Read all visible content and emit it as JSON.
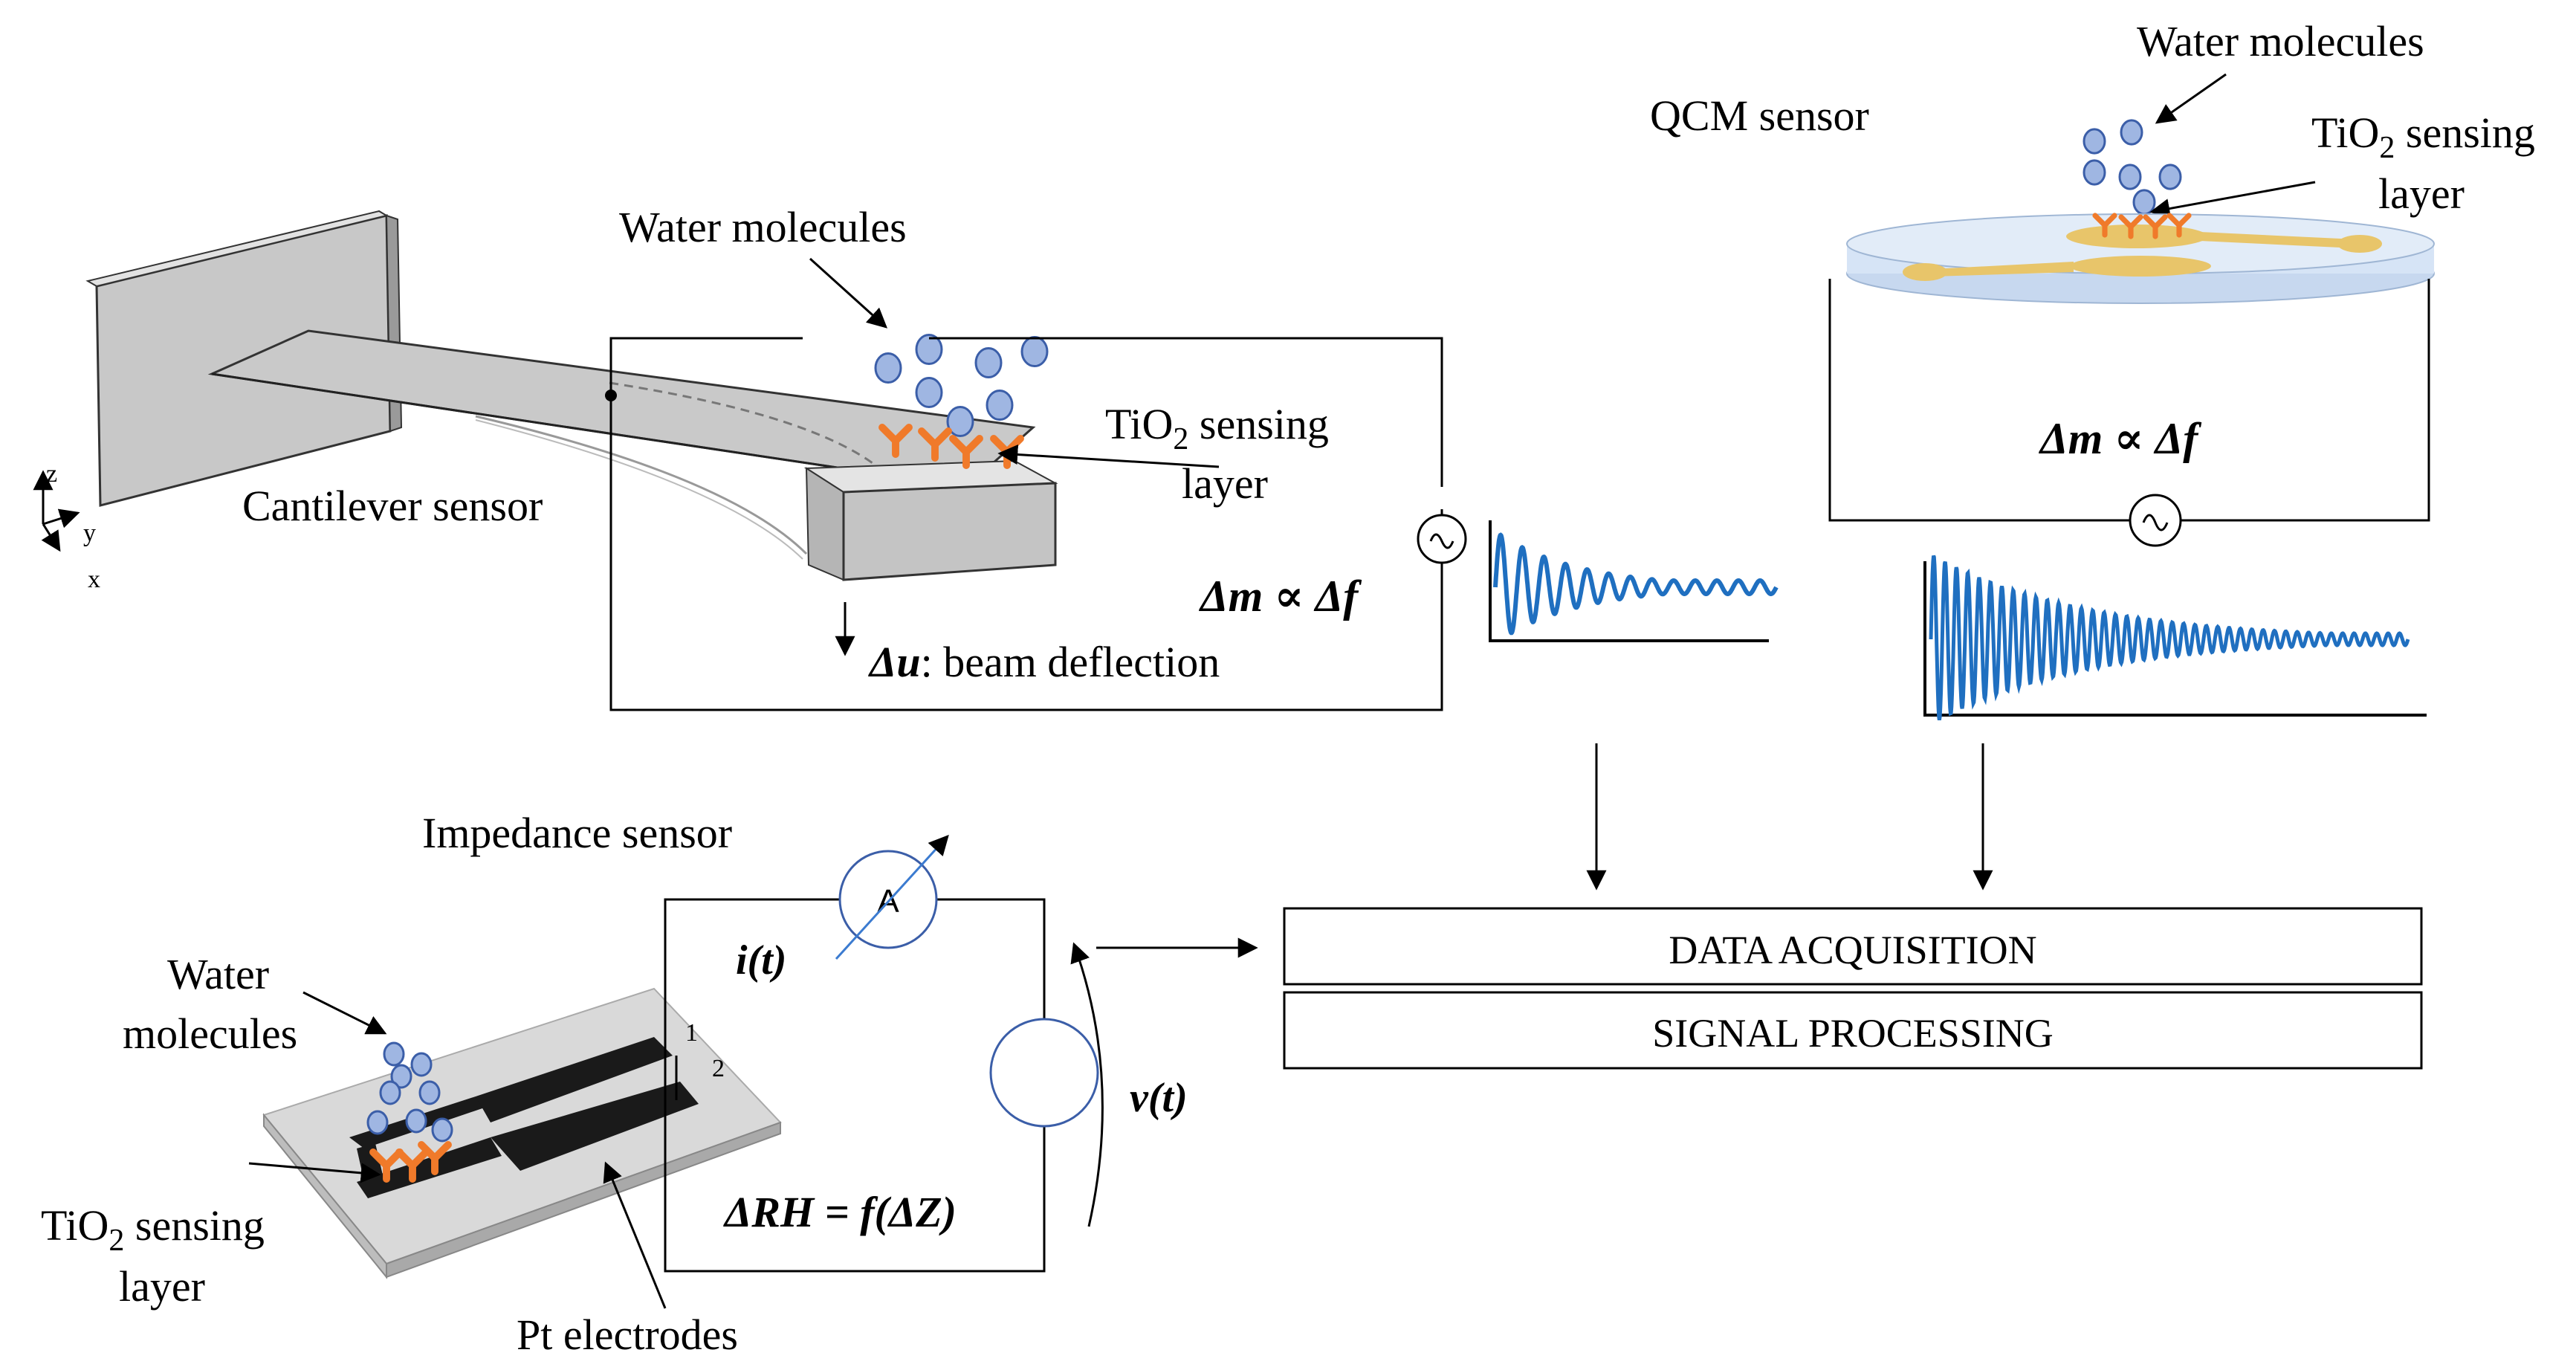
{
  "colors": {
    "molecule_fill": "#9fb6e2",
    "molecule_stroke": "#3b5ea8",
    "sensing_layer": "#f07a2a",
    "signal_wave": "#1f6fc0",
    "electrode_gold": "#e8c56a",
    "disk_blue": "#d6e4f6",
    "beam_grey": "#c9c9c9"
  },
  "cantilever": {
    "label": "Cantilever sensor",
    "water_label": "Water molecules",
    "layer_label_1": "TiO",
    "layer_sub": "2",
    "layer_label_1b": " sensing",
    "layer_label_2": "layer",
    "relation": "Δm ∝ Δf",
    "deflection_sym": "Δu",
    "deflection_text": ": beam deflection",
    "axes": {
      "z": "z",
      "y": "y",
      "x": "x"
    }
  },
  "qcm": {
    "label": "QCM sensor",
    "water_label": "Water molecules",
    "layer_label_1": "TiO",
    "layer_sub": "2",
    "layer_label_1b": " sensing",
    "layer_label_2": "layer",
    "relation": "Δm ∝ Δf"
  },
  "impedance": {
    "label": "Impedance sensor",
    "water_label_1": "Water",
    "water_label_2": "molecules",
    "layer_label_1": "TiO",
    "layer_sub": "2",
    "layer_label_1b": " sensing",
    "layer_label_2": "layer",
    "electrodes_label": "Pt electrodes",
    "ammeter": "A",
    "current": "i(t)",
    "voltage": "v(t)",
    "relation": "ΔRH = f(ΔZ)",
    "terminal_1": "1",
    "terminal_2": "2"
  },
  "processing": {
    "box1": "DATA ACQUISITION",
    "box2": "SIGNAL PROCESSING"
  }
}
